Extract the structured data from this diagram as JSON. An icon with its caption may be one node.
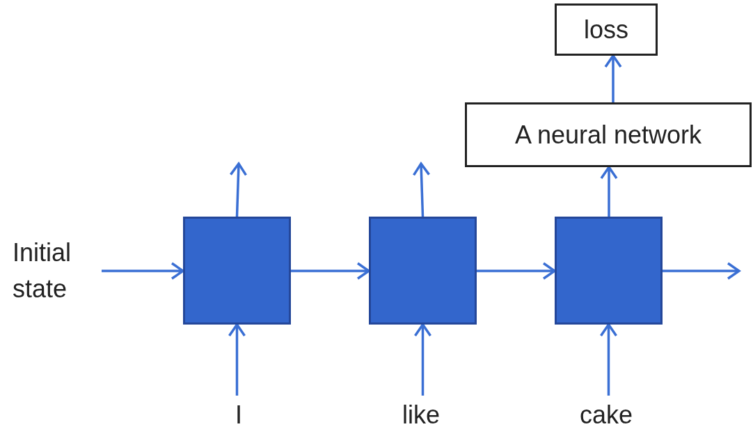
{
  "diagram": {
    "nodes": [
      {
        "text": [
          "Initial state"
        ]
      },
      {
        "text": [],
        "shape": "box"
      },
      {
        "text": [],
        "shape": "box"
      },
      {
        "text": [],
        "shape": "box"
      },
      {
        "text": [
          "A neural network"
        ]
      },
      {
        "text": [
          "loss"
        ]
      },
      {
        "text": [
          "I"
        ]
      },
      {
        "text": [
          "like"
        ]
      },
      {
        "text": [
          "cake"
        ]
      }
    ],
    "edges": [
      {
        "from": 0,
        "to": 1,
        "arrow": "to"
      },
      {
        "from": 1,
        "to": 2,
        "arrow": "to"
      },
      {
        "from": 2,
        "to": 3,
        "arrow": "to"
      },
      {
        "from": 3,
        "to": null,
        "arrow": "to"
      },
      {
        "from": 1,
        "to": null,
        "arrow": "to"
      },
      {
        "from": 2,
        "to": null,
        "arrow": "to"
      },
      {
        "from": 3,
        "to": 4,
        "arrow": "to"
      },
      {
        "from": 4,
        "to": 5,
        "arrow": "to"
      },
      {
        "from": 6,
        "to": 1,
        "arrow": "to"
      },
      {
        "from": 7,
        "to": 2,
        "arrow": "to"
      },
      {
        "from": 8,
        "to": 3,
        "arrow": "to"
      }
    ]
  }
}
